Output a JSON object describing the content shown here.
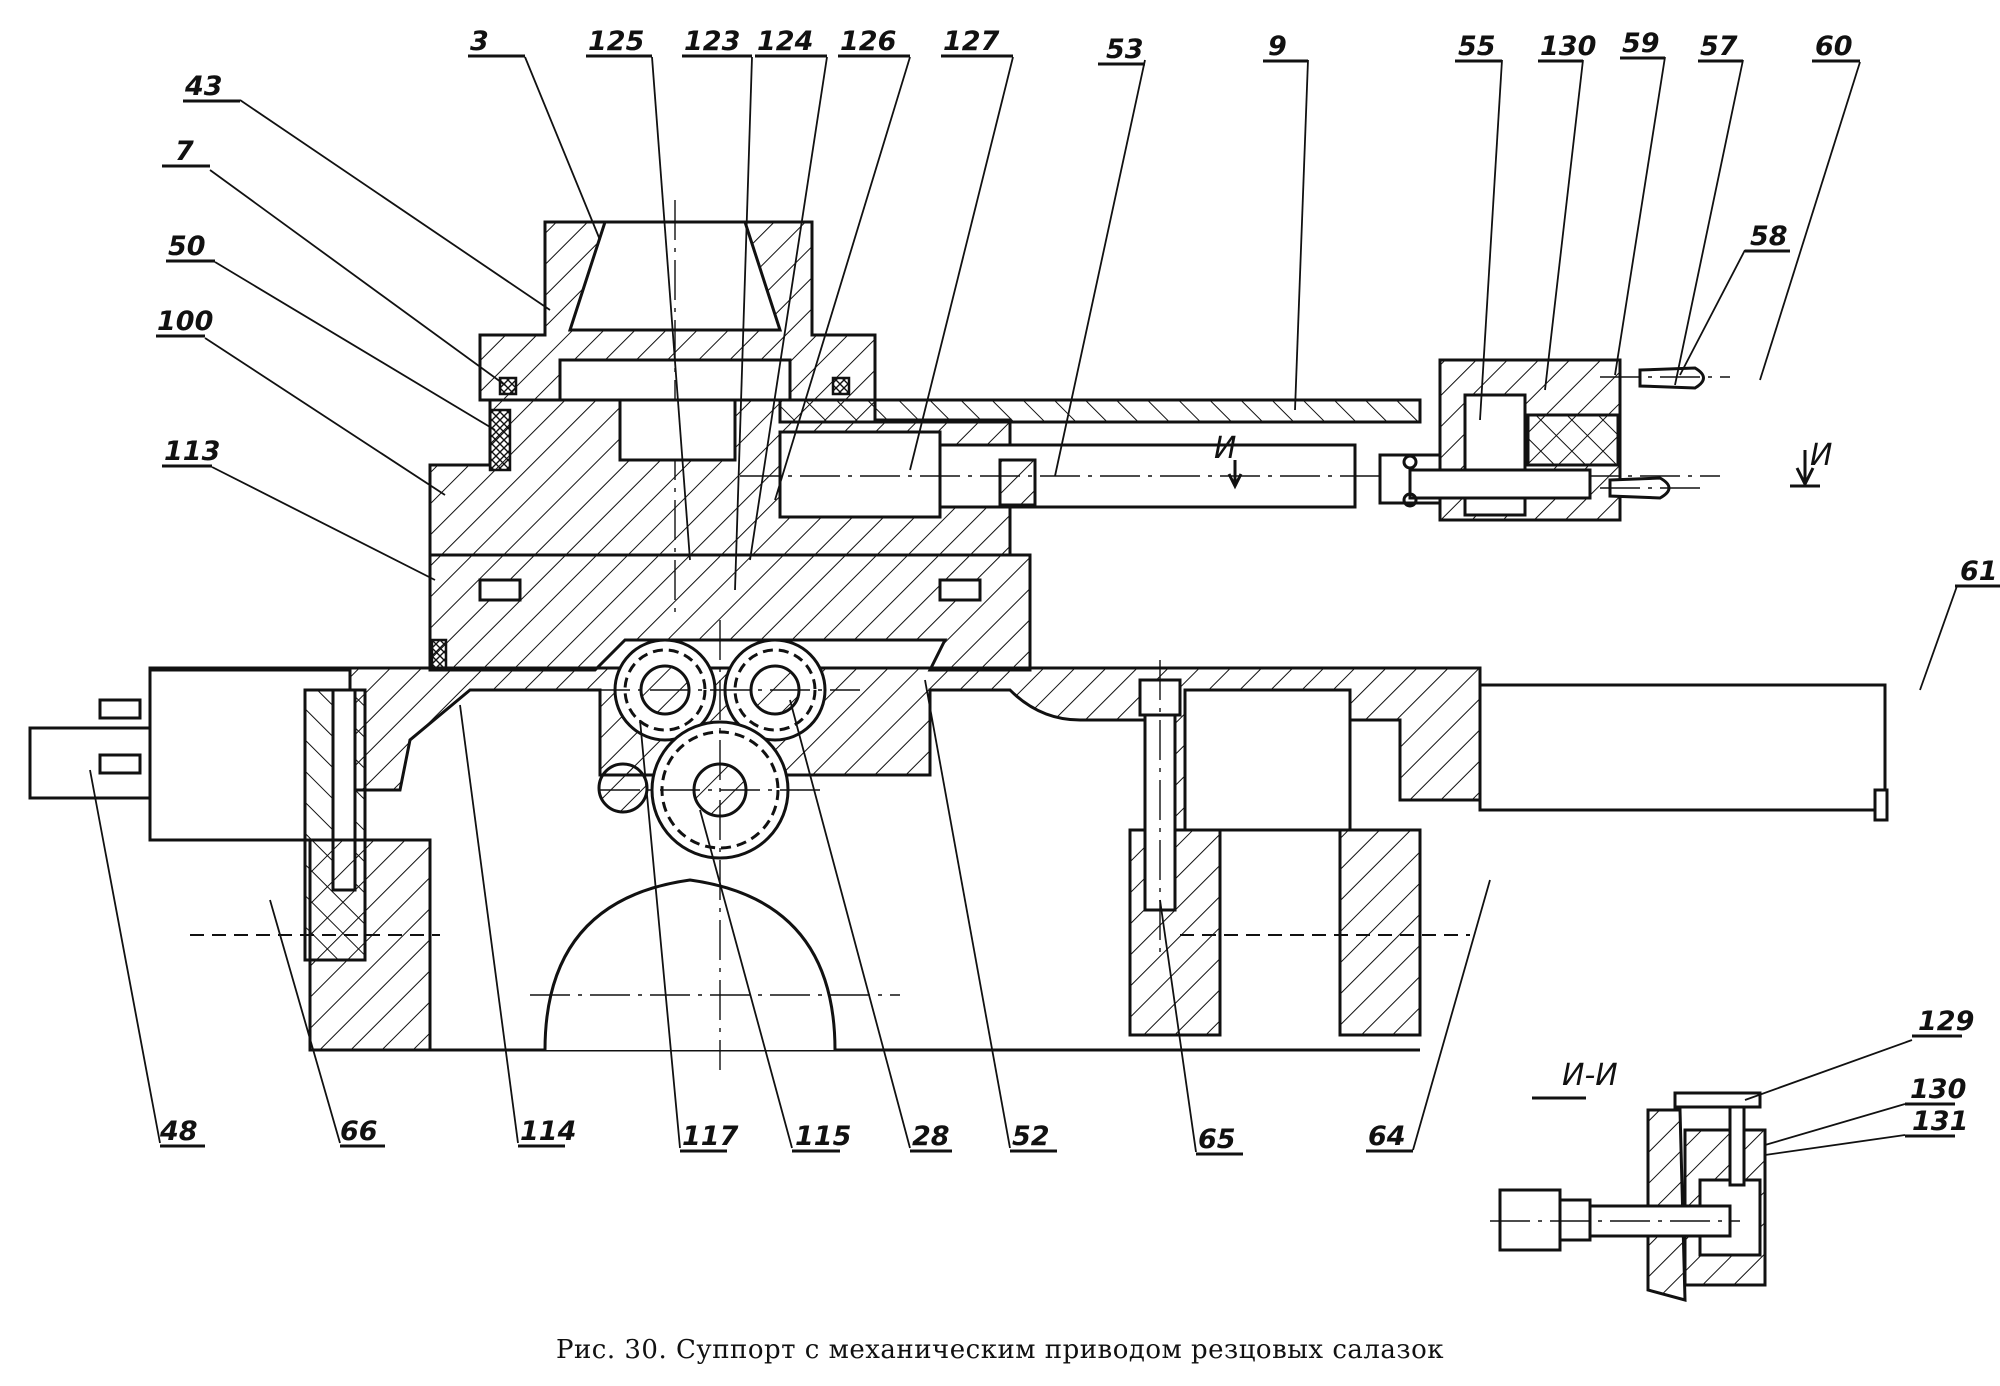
{
  "figure": {
    "caption": "Рис. 30. Суппорт с механическим приводом резцовых салазок",
    "section_label": "И-И",
    "section_marker_main": "И",
    "section_marker_right": "И"
  },
  "callouts_top": [
    {
      "id": "c43",
      "label": "43"
    },
    {
      "id": "c7",
      "label": "7"
    },
    {
      "id": "c50",
      "label": "50"
    },
    {
      "id": "c100",
      "label": "100"
    },
    {
      "id": "c113",
      "label": "113"
    },
    {
      "id": "c3",
      "label": "3"
    },
    {
      "id": "c125",
      "label": "125"
    },
    {
      "id": "c123",
      "label": "123"
    },
    {
      "id": "c124",
      "label": "124"
    },
    {
      "id": "c126",
      "label": "126"
    },
    {
      "id": "c127",
      "label": "127"
    },
    {
      "id": "c53",
      "label": "53"
    },
    {
      "id": "c9",
      "label": "9"
    },
    {
      "id": "c55",
      "label": "55"
    },
    {
      "id": "c130",
      "label": "130"
    },
    {
      "id": "c59",
      "label": "59"
    },
    {
      "id": "c57",
      "label": "57"
    },
    {
      "id": "c60",
      "label": "60"
    },
    {
      "id": "c58",
      "label": "58"
    },
    {
      "id": "c61",
      "label": "61"
    }
  ],
  "callouts_bottom": [
    {
      "id": "c48",
      "label": "48"
    },
    {
      "id": "c66",
      "label": "66"
    },
    {
      "id": "c114",
      "label": "114"
    },
    {
      "id": "c117",
      "label": "117"
    },
    {
      "id": "c115",
      "label": "115"
    },
    {
      "id": "c28",
      "label": "28"
    },
    {
      "id": "c52",
      "label": "52"
    },
    {
      "id": "c65",
      "label": "65"
    },
    {
      "id": "c64",
      "label": "64"
    }
  ],
  "callouts_section": [
    {
      "id": "c129",
      "label": "129"
    },
    {
      "id": "c130s",
      "label": "130"
    },
    {
      "id": "c131",
      "label": "131"
    }
  ]
}
